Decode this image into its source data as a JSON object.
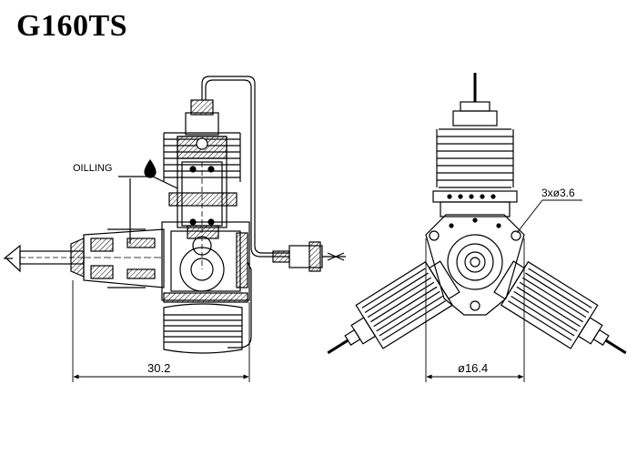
{
  "title": "G160TS",
  "annotations": {
    "oilling": "OILLING",
    "holes": "3xø3.6"
  },
  "dimensions": {
    "side_width": "30.2",
    "front_diameter": "ø16.4"
  }
}
